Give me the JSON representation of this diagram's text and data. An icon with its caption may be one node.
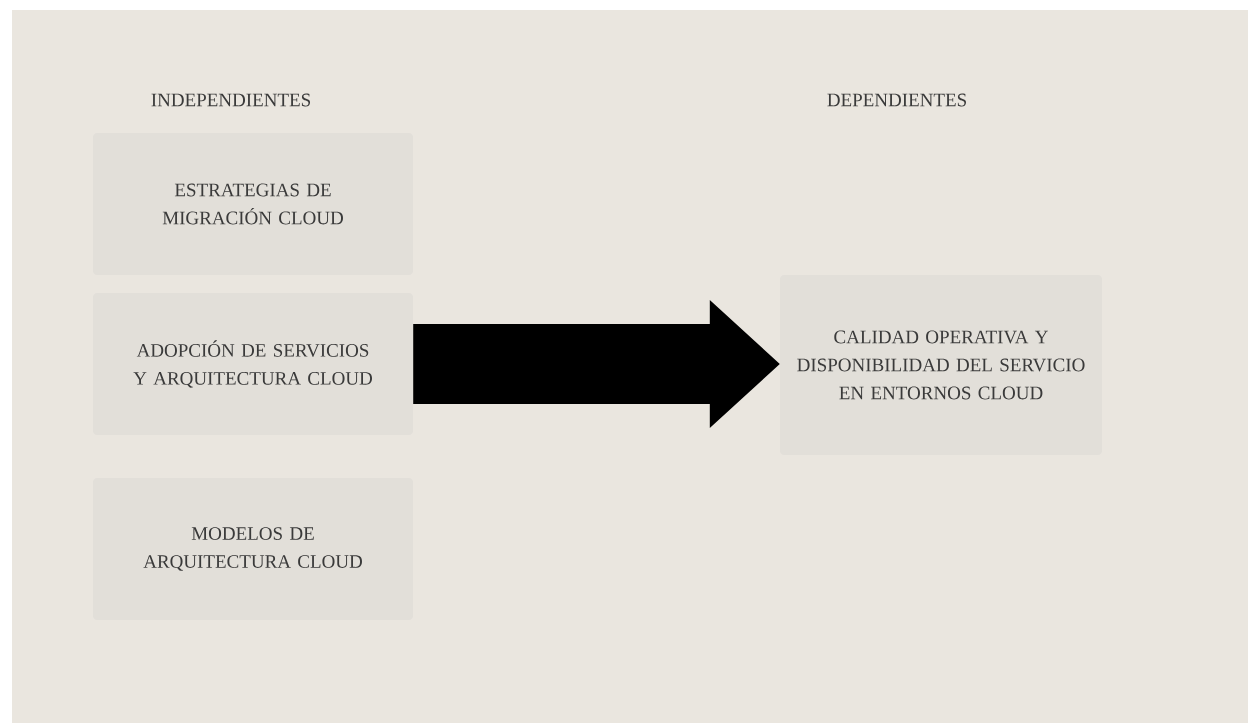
{
  "diagram": {
    "nodes": [
      {
        "text": [
          "ESTRATEGIAS DE MIGRACIÓN CLOUD"
        ]
      },
      {
        "text": [
          "ADOPCIÓN DE SERVICIOS Y ARQUITECTURA CLOUD"
        ]
      },
      {
        "text": [
          "MODELOS DE ARQUITECTURA CLOUD"
        ]
      },
      {
        "text": [
          "CALIDAD OPERATIVA Y DISPONIBILIDAD DEL SERVICIO EN ENTORNOS CLOUD"
        ]
      }
    ],
    "edges": [
      {
        "from": 1,
        "to": 3,
        "arrow": "to"
      }
    ],
    "labels": [
      "INDEPENDIENTES",
      "DEPENDIENTES"
    ]
  }
}
